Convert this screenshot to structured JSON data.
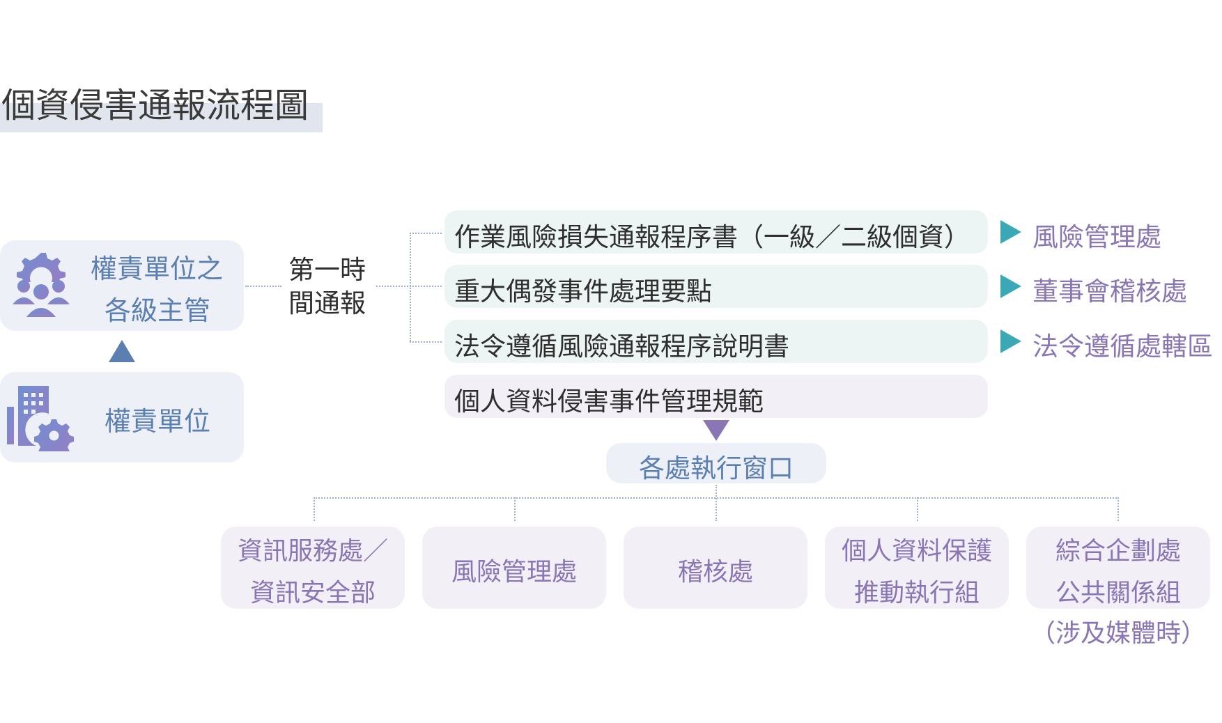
{
  "title": "個資侵害通報流程圖",
  "supervisor_box": {
    "line1": "權責單位之",
    "line2": "各級主管"
  },
  "unit_box": {
    "label": "權責單位"
  },
  "first_report": {
    "line1": "第一時",
    "line2": "間通報"
  },
  "documents": [
    {
      "label": "作業風險損失通報程序書（一級／二級個資）",
      "destination": "風險管理處"
    },
    {
      "label": "重大偶發事件處理要點",
      "destination": "董事會稽核處"
    },
    {
      "label": "法令遵循風險通報程序說明書",
      "destination": "法令遵循處轄區"
    },
    {
      "label": "個人資料侵害事件管理規範"
    }
  ],
  "window_box": {
    "label": "各處執行窗口"
  },
  "departments": [
    {
      "line1": "資訊服務處／",
      "line2": "資訊安全部"
    },
    {
      "line1": "風險管理處"
    },
    {
      "line1": "稽核處"
    },
    {
      "line1": "個人資料保護",
      "line2": "推動執行組"
    },
    {
      "line1": "綜合企劃處",
      "line2": "公共關係組",
      "note": "（涉及媒體時）"
    }
  ],
  "colors": {
    "title_bar": "#e1e5ee",
    "blue_box": "#eef0f7",
    "green_doc": "#ecf5f4",
    "purple_box": "#f2eff7",
    "blue_text": "#5a7fb0",
    "purple_text": "#8a76b4",
    "arrow_teal": "#3aa9b5",
    "connector": "#9bb0cc"
  },
  "icons": [
    "people-gear-icon",
    "building-gear-icon"
  ]
}
